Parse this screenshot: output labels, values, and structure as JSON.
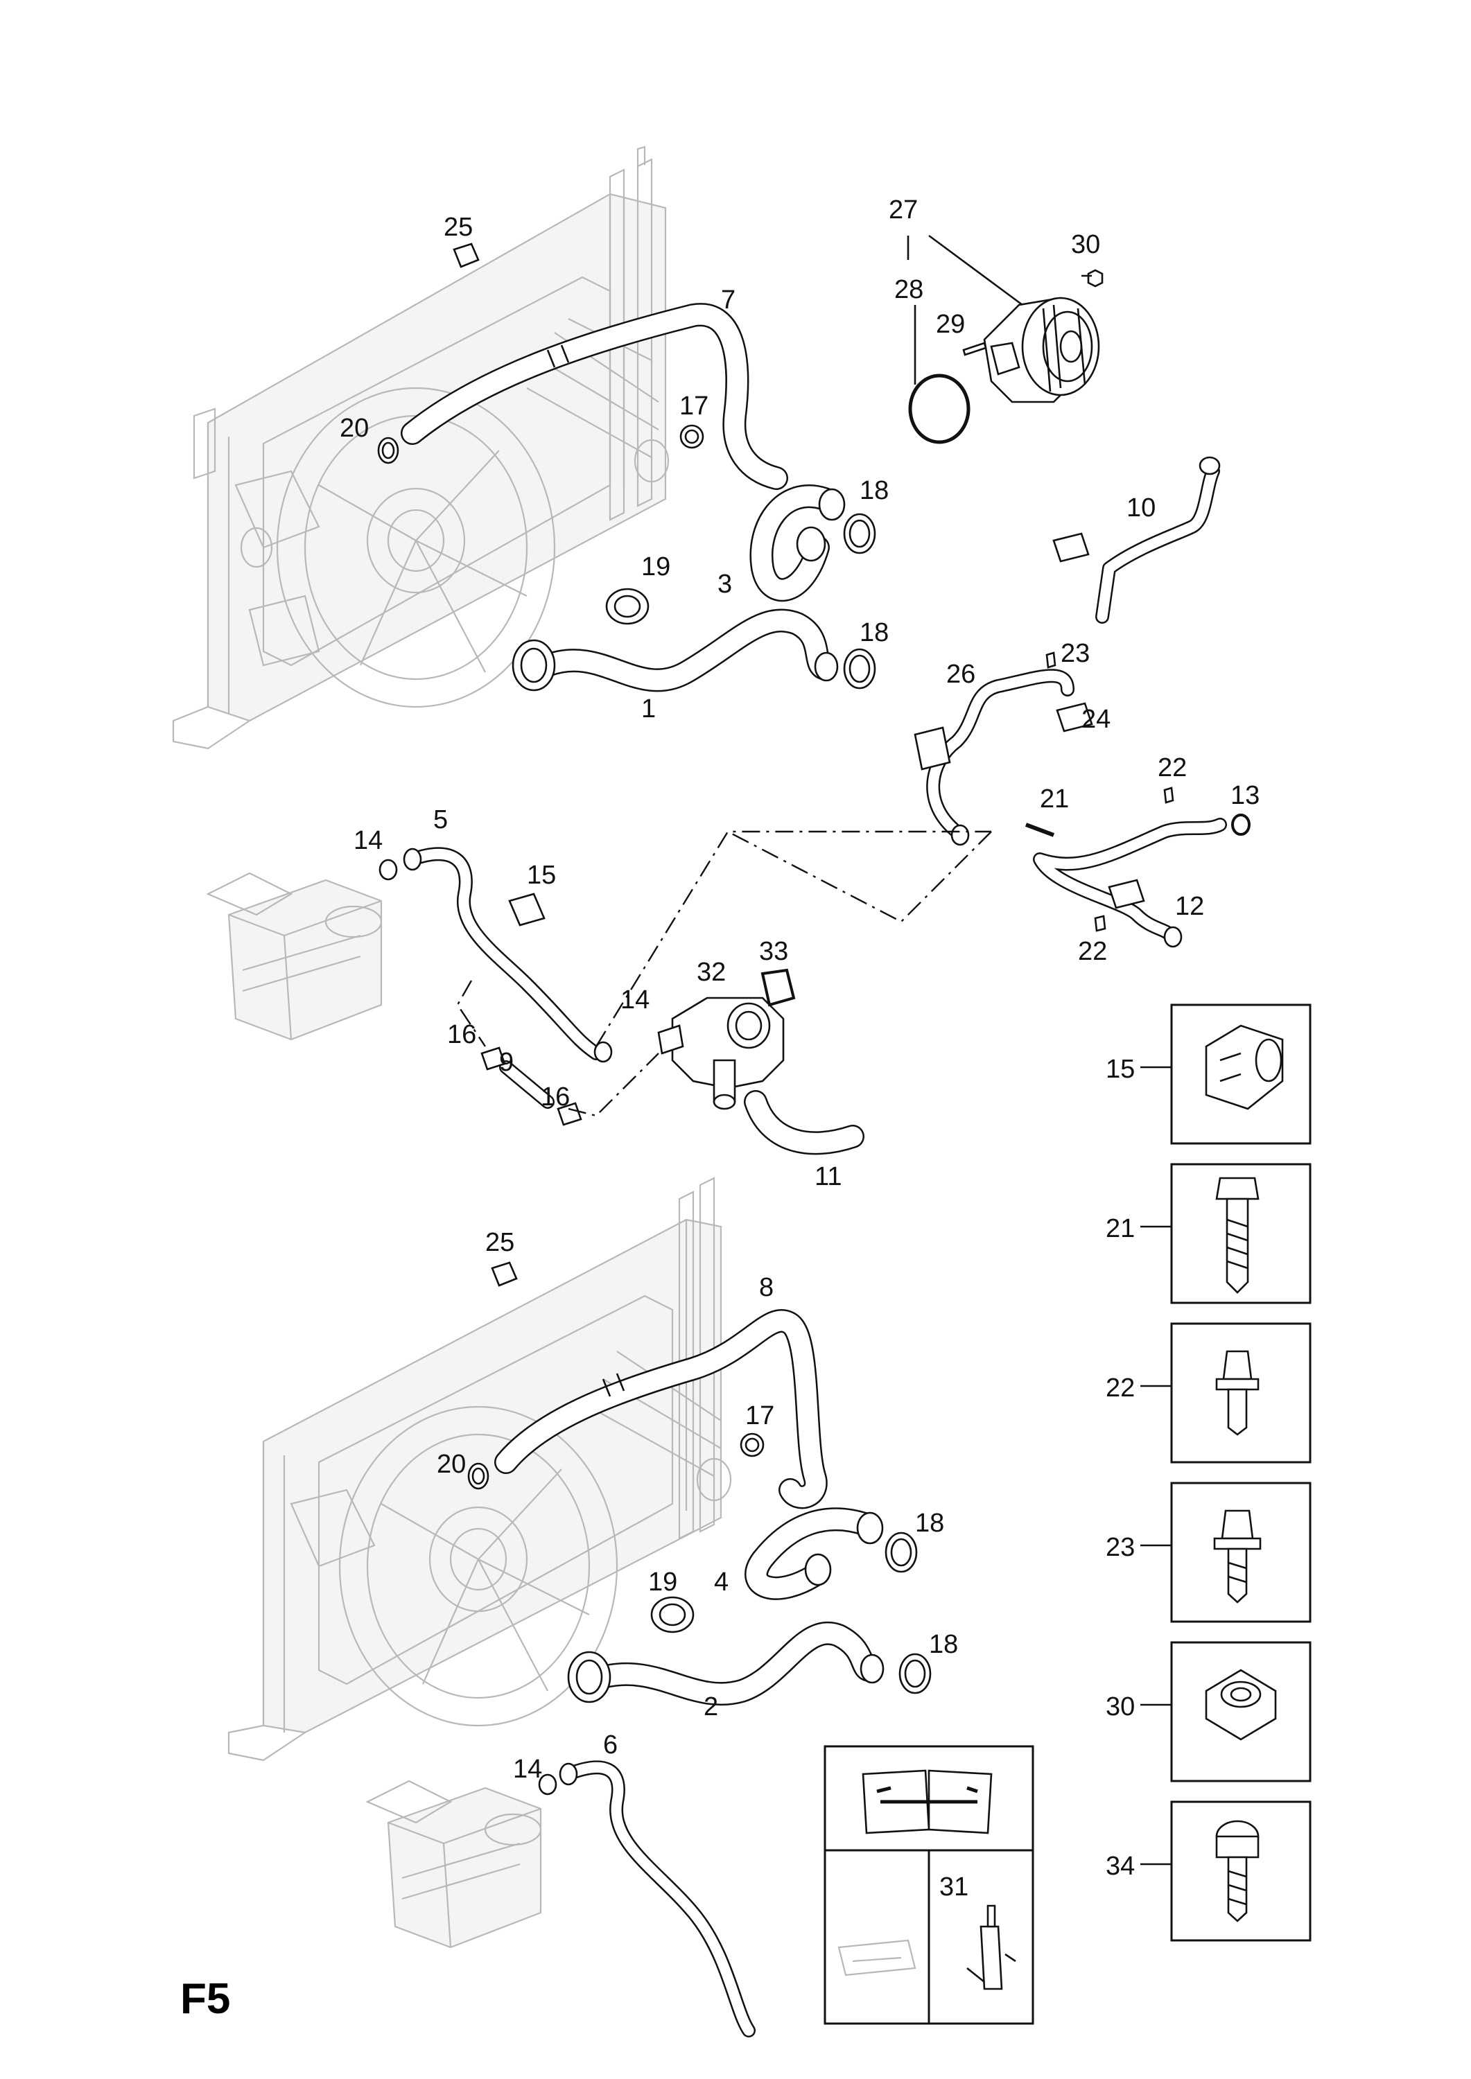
{
  "sheet_code": "F5",
  "callouts": {
    "c1": "1",
    "c2": "2",
    "c3": "3",
    "c4": "4",
    "c5": "5",
    "c6": "6",
    "c7": "7",
    "c8": "8",
    "c9": "9",
    "c10": "10",
    "c11": "11",
    "c12": "12",
    "c13": "13",
    "c14a": "14",
    "c14b": "14",
    "c14c": "14",
    "c15": "15",
    "c16a": "16",
    "c16b": "16",
    "c17a": "17",
    "c17b": "17",
    "c18a": "18",
    "c18b": "18",
    "c18c": "18",
    "c18d": "18",
    "c19a": "19",
    "c19b": "19",
    "c20a": "20",
    "c20b": "20",
    "c21": "21",
    "c22a": "22",
    "c22b": "22",
    "c23": "23",
    "c24": "24",
    "c25a": "25",
    "c25b": "25",
    "c26": "26",
    "c27": "27",
    "c28": "28",
    "c29": "29",
    "c30": "30",
    "c31": "31",
    "c32": "32",
    "c33": "33"
  },
  "fastener_panels": [
    "15",
    "21",
    "22",
    "23",
    "30",
    "34"
  ],
  "legend": {
    "service_item": "31",
    "icons": [
      "open-manual-wrench-icon",
      "oil-tray-icon",
      "dispenser-bottle-icon"
    ]
  }
}
